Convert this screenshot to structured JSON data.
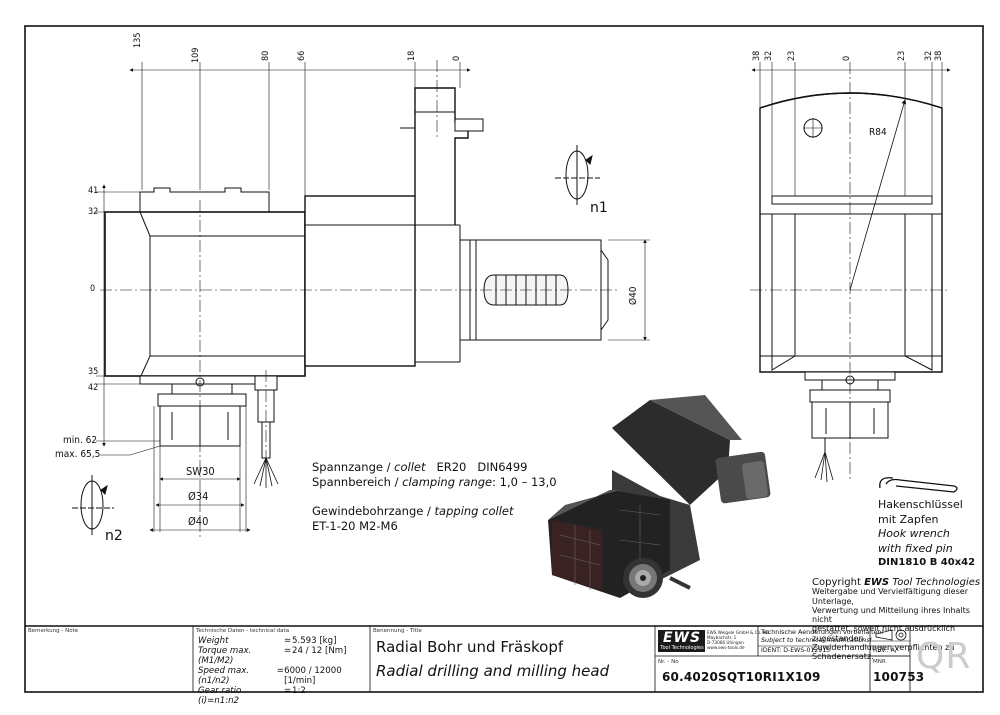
{
  "colors": {
    "ink": "#111111",
    "body": "#1a1a1a",
    "highlight": "#e6e6e6",
    "photo_dark": "#2b2b2b",
    "photo_red": "#6a1f1f"
  },
  "dims_top_left": [
    "135",
    "109",
    "80",
    "66",
    "18",
    "0"
  ],
  "dims_top_right": [
    "38",
    "32",
    "23",
    "0",
    "23",
    "32",
    "38"
  ],
  "dims_left": [
    "41",
    "32",
    "0",
    "35",
    "42"
  ],
  "dim_min": "min. 62",
  "dim_max": "max. 65,5",
  "dim_sw": "SW30",
  "dim_d34": "Ø34",
  "dim_d40": "Ø40",
  "dim_d40_shaft": "Ø40",
  "dim_r84": "R84",
  "rot_n1": "n1",
  "rot_n2": "n2",
  "spec": {
    "line1_de": "Spannzange /",
    "line1_en": "collet",
    "line1_val": "ER20",
    "line1_std": "DIN6499",
    "line2_de": "Spannbereich /",
    "line2_en": "clamping range",
    "line2_val": ": 1,0 – 13,0",
    "line3_de": "Gewindebohrzange /",
    "line3_en": "tapping collet",
    "line4": "ET-1-20   M2-M6"
  },
  "hook": {
    "l1": "Hakenschlüssel",
    "l2": "mit Zapfen",
    "l3": "Hook wrench",
    "l4": "with fixed pin",
    "l5": "DIN1810 B 40x42"
  },
  "copyright": {
    "title_prefix": "Copyright",
    "brand": "EWS",
    "title_suffix": "Tool Technologies",
    "l1": "Weitergabe und Vervielfältigung dieser Unterlage,",
    "l2": "Verwertung und Mitteilung ihres Inhalts nicht",
    "l3": "gestattet, soweit nicht ausdrücklich zugestanden.",
    "l4": "Zuwiderhandlungen verpflichten zu Schadenersatz."
  },
  "title_block": {
    "note_label": "Bemerkung - Note",
    "tech_label": "Technische Daten - technical data",
    "rows": [
      {
        "k": "Weight",
        "v": "5.593 [kg]"
      },
      {
        "k": "Torque max. (M1/M2)",
        "v": "24 / 12 [Nm]"
      },
      {
        "k": "Speed max. (n1/n2)",
        "v": "6000 / 12000 [1/min]"
      },
      {
        "k": "Gear ratio  (i)=n1:n2",
        "v": "1:2"
      }
    ],
    "eq": "=",
    "name_label": "Benennung - Title",
    "title_de": "Radial Bohr und Fräskopf",
    "title_en": "Radial drilling and milling head",
    "logo": "EWS",
    "logo_sub": "Tool Technologies",
    "company": "EWS Weigele GmbH & Co. KG",
    "company2": "Maybachstr. 1",
    "company3": "D-73066 Uhingen",
    "company4": "www.ews-tools.de",
    "changes_de": "Technische Aenderungen vorbehalten!",
    "changes_en": "Subject to technical modifications!",
    "ident": "IDENT:  D-EWS-012913",
    "rev": "REV.:  A/-",
    "nr_label": "Nr. - No",
    "mnr_label": "MNR",
    "part_no": "60.4020SQT10RI1X109",
    "mnr": "100753",
    "qr": "QR"
  }
}
